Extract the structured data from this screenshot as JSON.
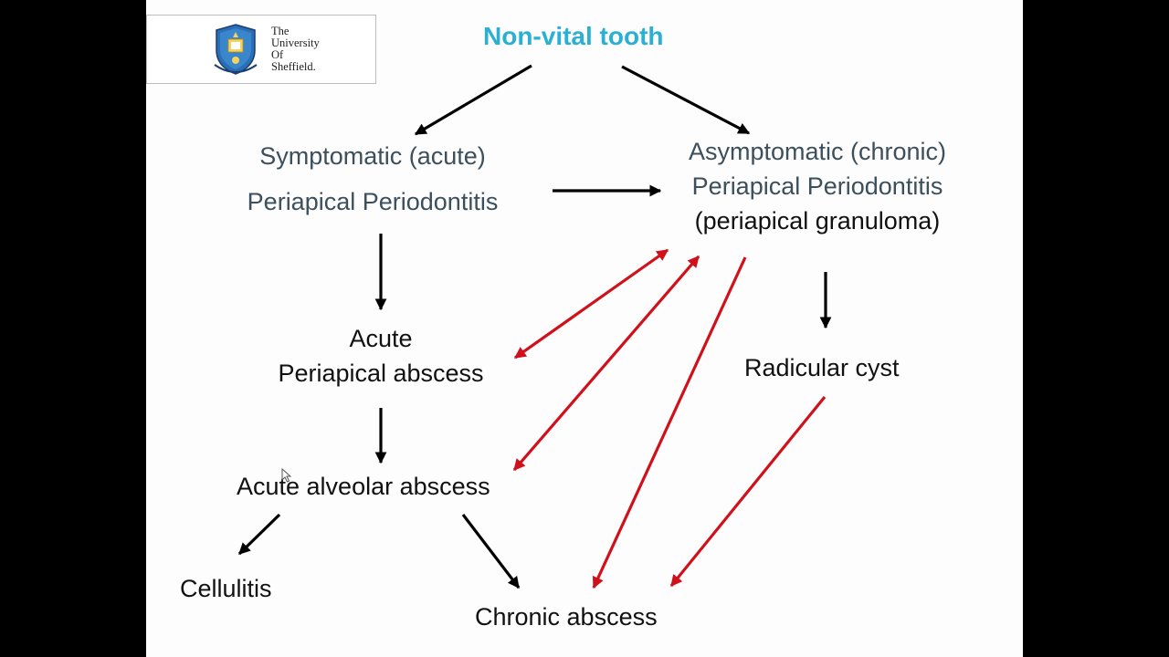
{
  "logo": {
    "lines": [
      "The",
      "University",
      "Of",
      "Sheffield."
    ]
  },
  "nodes": {
    "title": "Non-vital tooth",
    "symptomatic_line1": "Symptomatic (acute)",
    "symptomatic_line2": "Periapical Periodontitis",
    "asymptomatic_line1": "Asymptomatic (chronic)",
    "asymptomatic_line2": "Periapical Periodontitis",
    "asymptomatic_line3": "(periapical granuloma)",
    "acute_pa_line1": "Acute",
    "acute_pa_line2": "Periapical abscess",
    "radicular_cyst": "Radicular cyst",
    "acute_alveolar": "Acute alveolar abscess",
    "cellulitis": "Cellulitis",
    "chronic_abscess": "Chronic abscess"
  },
  "colors": {
    "title": "#2bb0d2",
    "slate_text": "#3c4f5c",
    "black_arrow": "#000000",
    "red_arrow": "#d0101a"
  }
}
